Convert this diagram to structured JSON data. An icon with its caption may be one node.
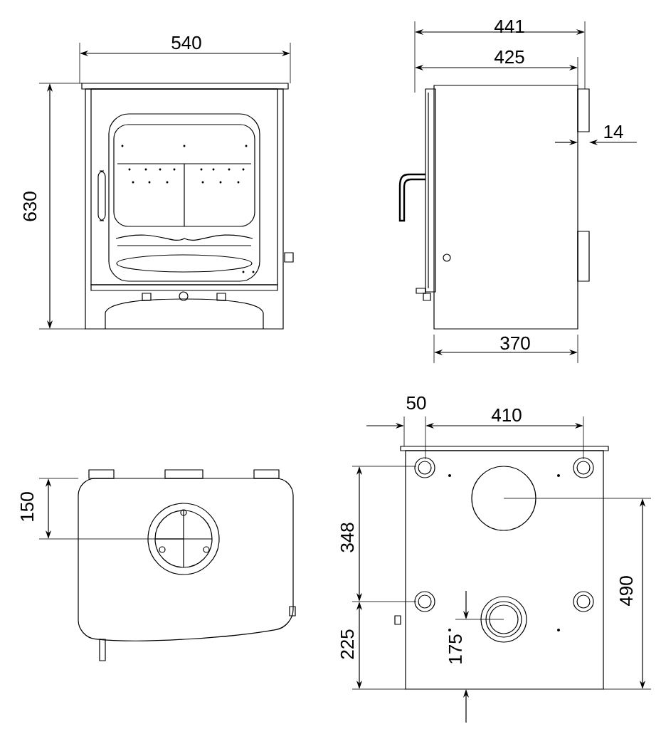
{
  "diagram": {
    "labels": [
      "540",
      "441",
      "425",
      "14",
      "630",
      "370",
      "50",
      "410",
      "150",
      "348",
      "490",
      "225",
      "175"
    ]
  }
}
